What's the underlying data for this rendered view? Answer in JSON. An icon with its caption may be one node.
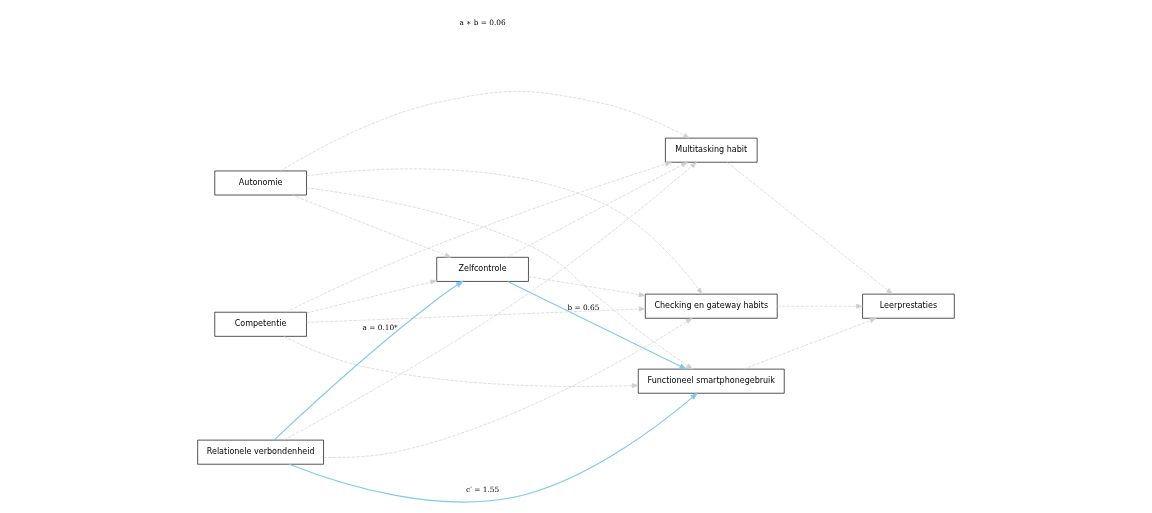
{
  "diagram": {
    "nodes": [
      {
        "text": [
          "Zelfcontrole"
        ]
      },
      {
        "text": [
          "Autonomie"
        ]
      },
      {
        "text": [
          "Competentie"
        ]
      },
      {
        "text": [
          "Relationele verbondenheid"
        ]
      },
      {
        "text": [
          "Checking en gateway habits"
        ]
      },
      {
        "text": [
          "Multitasking habit"
        ]
      },
      {
        "text": [
          "Functioneel smartphonegebruik"
        ]
      },
      {
        "text": [
          "Leerprestaties"
        ]
      }
    ],
    "edges": [
      {
        "from": 1,
        "to": 0,
        "arrow": "to",
        "style": "dashed"
      },
      {
        "from": 2,
        "to": 0,
        "arrow": "to",
        "style": "dashed"
      },
      {
        "from": 3,
        "to": 0,
        "arrow": "to",
        "label": "a = 0.10*",
        "color": "#7ec8f2"
      },
      {
        "from": 0,
        "to": 4,
        "arrow": "to",
        "style": "dashed"
      },
      {
        "from": 0,
        "to": 5,
        "arrow": "to",
        "style": "dashed"
      },
      {
        "from": 0,
        "to": 6,
        "arrow": "to",
        "label": "b = 0.65",
        "color": "#7ec8f2"
      },
      {
        "from": 1,
        "to": 4,
        "arrow": "to",
        "style": "dashed"
      },
      {
        "from": 1,
        "to": 5,
        "arrow": "to",
        "style": "dashed"
      },
      {
        "from": 1,
        "to": 6,
        "arrow": "to",
        "style": "dashed"
      },
      {
        "from": 2,
        "to": 4,
        "arrow": "to",
        "style": "dashed"
      },
      {
        "from": 2,
        "to": 5,
        "arrow": "to",
        "style": "dashed"
      },
      {
        "from": 2,
        "to": 6,
        "arrow": "to",
        "style": "dashed"
      },
      {
        "from": 3,
        "to": 4,
        "arrow": "to",
        "style": "dashed"
      },
      {
        "from": 3,
        "to": 5,
        "arrow": "to",
        "style": "dashed"
      },
      {
        "from": 3,
        "to": 6,
        "arrow": "to",
        "label": "c′ = 1.55",
        "color": "#7ec8f2"
      },
      {
        "from": 4,
        "to": 7,
        "arrow": "to",
        "style": "dashed"
      },
      {
        "from": 5,
        "to": 7,
        "arrow": "to",
        "style": "dashed"
      },
      {
        "from": 6,
        "to": 7,
        "arrow": "to",
        "style": "dashed"
      }
    ],
    "labels": [
      "a ∗ b = 0.06"
    ]
  }
}
